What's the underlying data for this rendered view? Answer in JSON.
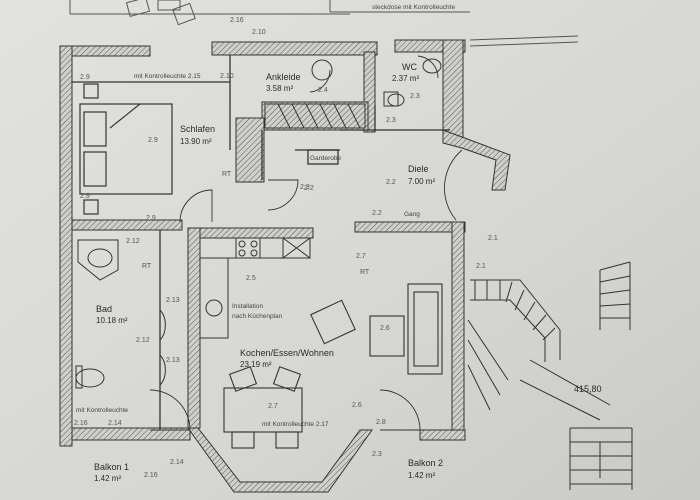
{
  "colors": {
    "paper": "#dcdcd9",
    "wall_fill": "#c4c4c0",
    "ink": "#333333"
  },
  "header_note": "steckdose mit Kontrolleuchte",
  "elevation": "415,80",
  "rooms": {
    "schlafen": {
      "name": "Schlafen",
      "area": "13.90 m²"
    },
    "ankleide": {
      "name": "Ankleide",
      "area": "3.58 m²"
    },
    "wc": {
      "name": "WC",
      "area": "2.37 m²"
    },
    "diele": {
      "name": "Diele",
      "area": "7.00 m²"
    },
    "bad": {
      "name": "Bad",
      "area": "10.18 m²"
    },
    "kochen": {
      "name": "Kochen/Essen/Wohnen",
      "area": "23.19 m²"
    },
    "balkon1": {
      "name": "Balkon 1",
      "area": "1.42 m²"
    },
    "balkon2": {
      "name": "Balkon 2",
      "area": "1.42 m²"
    }
  },
  "notes": {
    "kontrollleuchte_top": "mit Kontrolleuchte 2.15",
    "kontrollleuchte_bad": "mit Kontrolleuchte",
    "kontrollleuchte_kitchen": "mit Kontrolleuchte 2.17",
    "gang": "Gang",
    "installation_1": "Installation",
    "installation_2": "nach Küchenplan",
    "garderobe": "Garderobe"
  },
  "tags": {
    "t216": "2.16",
    "t210": "2.10",
    "t29a": "2.9",
    "t215": "2.15",
    "t210b": "2.10",
    "t29b": "2.9",
    "t29c": "2.9",
    "t29d": "2.9",
    "t212": "2.12",
    "t213": "2.13",
    "t212b": "2.12",
    "t213b": "2.13",
    "t216b": "2.16",
    "t214": "2.14",
    "t216c": "2.16",
    "t214b": "2.14",
    "t25": "2.5",
    "t27": "2.7",
    "t26": "2.6",
    "t26b": "2.6",
    "t28": "2.8",
    "t23": "2.3",
    "t22": "2.2",
    "t22b": "2.2",
    "t22c": "2.2",
    "t21": "2.1",
    "t21b": "2.1",
    "t23b": "2.3",
    "t23c": "2.3",
    "t24": "2.4",
    "t23d": "2.3",
    "t27b": "2.7",
    "rt1": "RT",
    "rt2": "RT",
    "rt3": "RT"
  }
}
